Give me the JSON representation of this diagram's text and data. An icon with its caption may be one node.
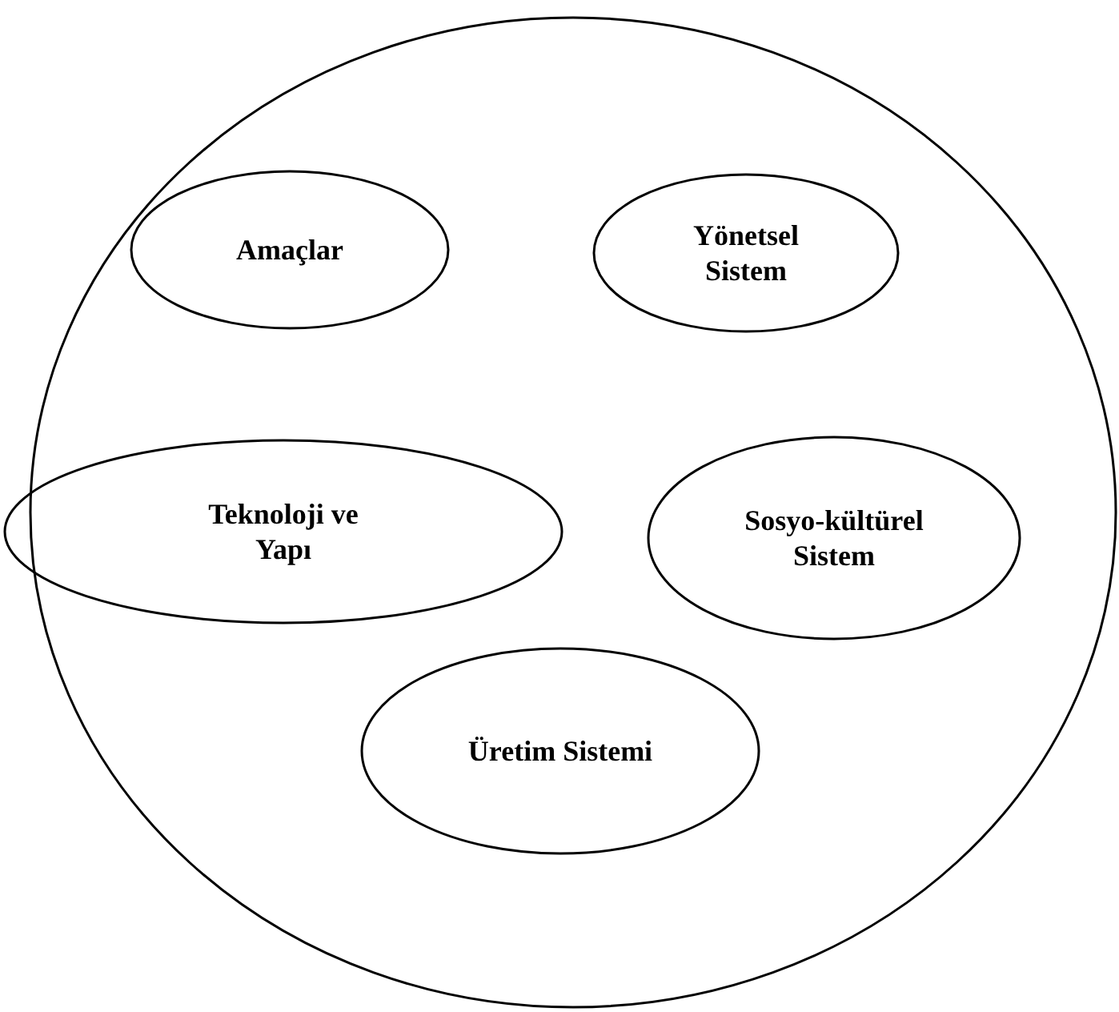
{
  "diagram": {
    "nodes": [
      {
        "text": [],
        "shape": "circle"
      },
      {
        "text": [
          "Amaçlar"
        ],
        "in": 0
      },
      {
        "text": [
          "Yönetsel Sistem"
        ],
        "in": 0
      },
      {
        "text": [
          "Teknoloji ve Yapı"
        ],
        "in": 0
      },
      {
        "text": [
          "Sosyo-kültürel Sistem"
        ],
        "in": 0
      },
      {
        "text": [
          "Üretim Sistemi"
        ],
        "in": 0
      }
    ],
    "edges": []
  }
}
